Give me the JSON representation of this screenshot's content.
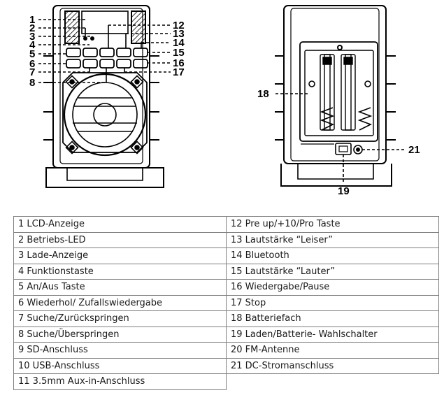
{
  "callouts": [
    "1",
    "2",
    "3",
    "4",
    "5",
    "6",
    "7",
    "8",
    "12",
    "13",
    "14",
    "15",
    "16",
    "17",
    "18",
    "19",
    "21"
  ],
  "legend": {
    "left": [
      "1 LCD-Anzeige",
      "2 Betriebs-LED",
      "3 Lade-Anzeige",
      "4 Funktionstaste",
      "5 An/Aus Taste",
      "6 Wiederhol/ Zufallswiedergabe",
      "7 Suche/Zurückspringen",
      "8 Suche/Überspringen",
      "9 SD-Anschluss",
      "10 USB-Anschluss",
      "11 3.5mm Aux-in-Anschluss"
    ],
    "right": [
      "12 Pre up/+10/Pro Taste",
      "13 Lautstärke “Leiser”",
      "14 Bluetooth",
      "15 Lautstärke “Lauter”",
      "16 Wiedergabe/Pause",
      "17 Stop",
      "18 Batteriefach",
      "19 Laden/Batterie- Wahlschalter",
      "20 FM-Antenne",
      "21 DC-Stromanschluss"
    ]
  }
}
